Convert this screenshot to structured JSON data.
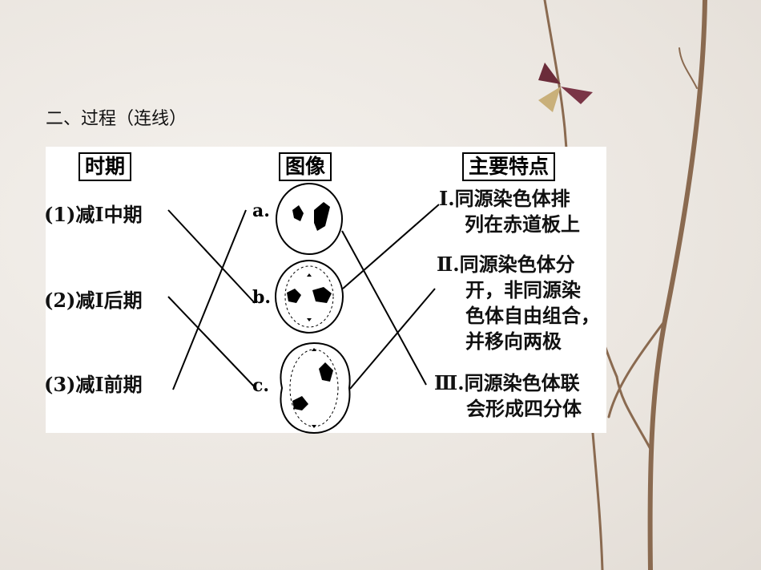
{
  "heading": "二、过程（连线）",
  "headers": {
    "period": "时期",
    "image": "图像",
    "features": "主要特点"
  },
  "periods": [
    "(1)减Ⅰ中期",
    "(2)减Ⅰ后期",
    "(3)减Ⅰ前期"
  ],
  "image_labels": [
    "a.",
    "b.",
    "c."
  ],
  "features": [
    {
      "num": "Ⅰ.",
      "lines": [
        "同源染色体排",
        "列在赤道板上"
      ]
    },
    {
      "num": "Ⅱ.",
      "lines": [
        "同源染色体分",
        "开，非同源染",
        "色体自由组合，",
        "并移向两极"
      ]
    },
    {
      "num": "Ⅲ.",
      "lines": [
        "同源染色体联",
        "会形成四分体"
      ]
    }
  ],
  "colors": {
    "background": "#ebe6e0",
    "panel": "#ffffff",
    "branch": "#8a6a50"
  }
}
